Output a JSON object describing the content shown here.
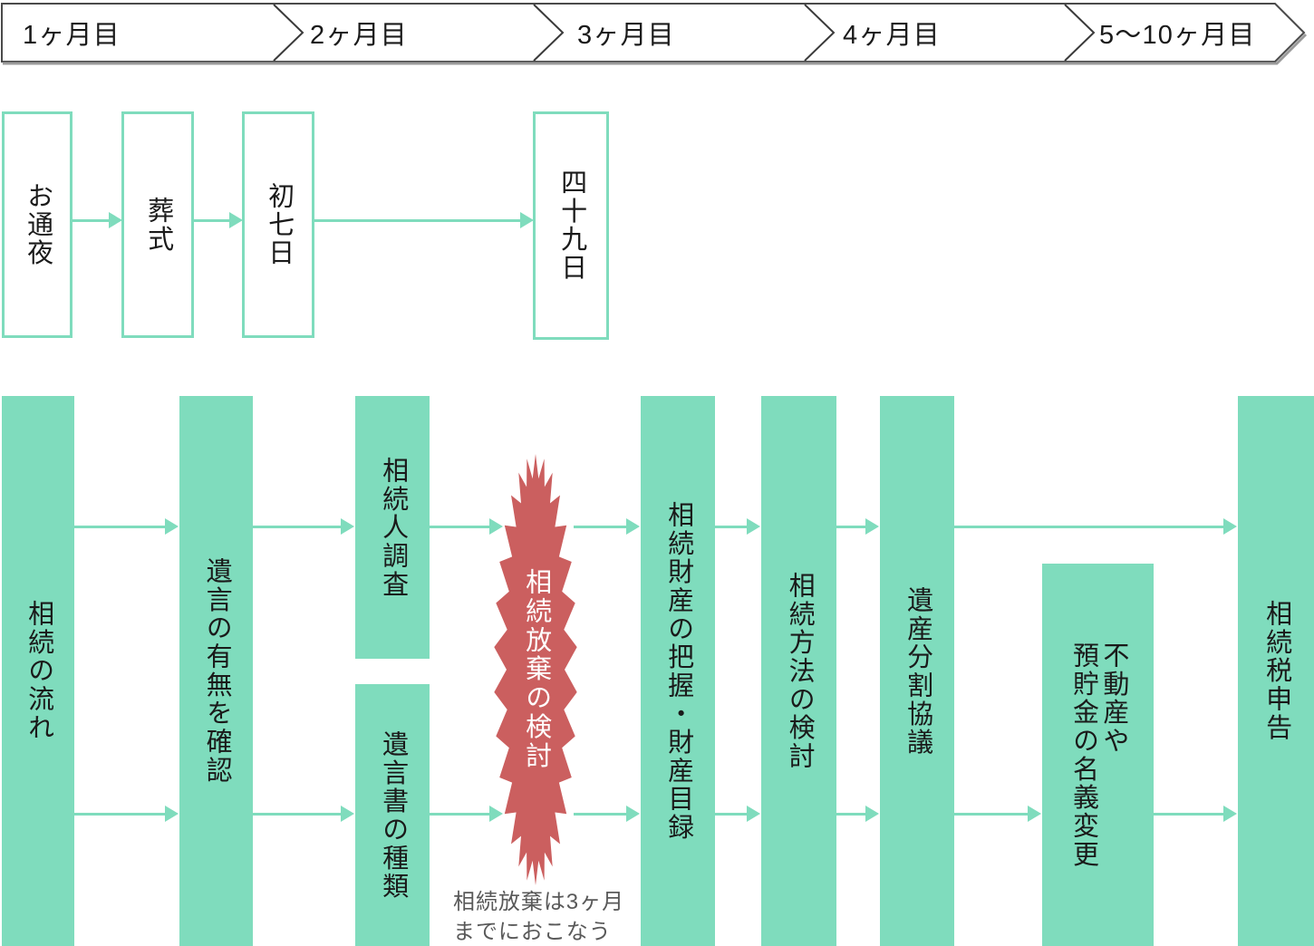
{
  "timeline_months": [
    "1ヶ月目",
    "2ヶ月目",
    "3ヶ月目",
    "4ヶ月目",
    "5〜10ヶ月目"
  ],
  "funeral_events": [
    "お通夜",
    "葬式",
    "初七日",
    "四十九日"
  ],
  "steps": {
    "flow": "相続の流れ",
    "will_check": "遺言の有無を確認",
    "heir_search": "相続人調査",
    "will_types": "遺言書の種類",
    "renunciation": "相続放棄の検討",
    "renunciation_note": "相続放棄は3ヶ月\nまでにおこなう",
    "assets": "相続財産の把握・財産目録",
    "method": "相続方法の検討",
    "division": "遺産分割協議",
    "name_change": "不動産や\n預貯金の名義変更",
    "tax": "相続税申告"
  },
  "colors": {
    "mint": "#7fdcbd",
    "accent_red": "#cb5f5f",
    "note_gray": "#595959",
    "text_dark": "#1a1a1a",
    "header_line": "#4a4a4a",
    "header_shadow": "#9b9b9b",
    "bg": "#ffffff"
  }
}
